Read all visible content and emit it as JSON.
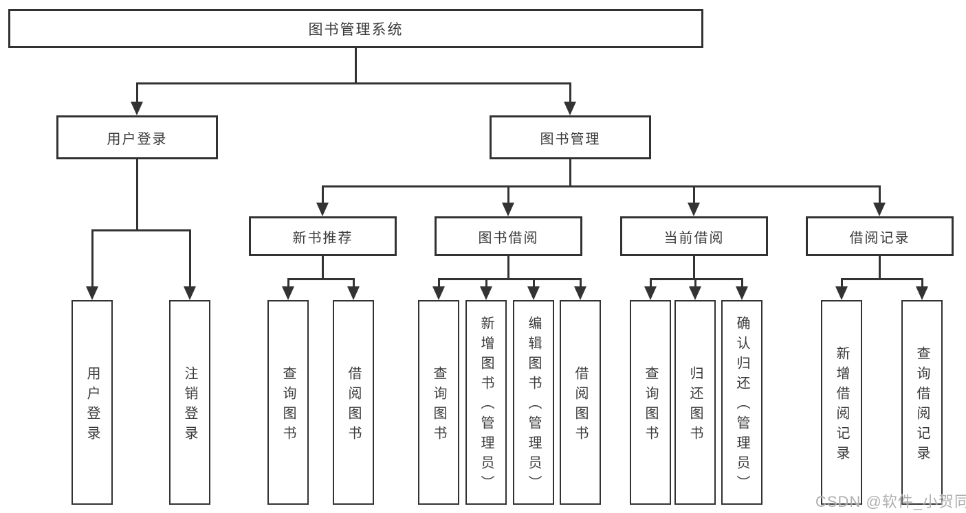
{
  "tree": {
    "label": "图书管理系统",
    "children": [
      {
        "label": "用户登录",
        "children": [
          {
            "label": "用户登录"
          },
          {
            "label": "注销登录"
          }
        ]
      },
      {
        "label": "图书管理",
        "children": [
          {
            "label": "新书推荐",
            "children": [
              {
                "label": "查询图书"
              },
              {
                "label": "借阅图书"
              }
            ]
          },
          {
            "label": "图书借阅",
            "children": [
              {
                "label": "查询图书"
              },
              {
                "label": "新增图书（管理员）"
              },
              {
                "label": "编辑图书（管理员）"
              },
              {
                "label": "借阅图书"
              }
            ]
          },
          {
            "label": "当前借阅",
            "children": [
              {
                "label": "查询图书"
              },
              {
                "label": "归还图书"
              },
              {
                "label": "确认归还（管理员）"
              }
            ]
          },
          {
            "label": "借阅记录",
            "children": [
              {
                "label": "新增借阅记录"
              },
              {
                "label": "查询借阅记录"
              }
            ]
          }
        ]
      }
    ]
  },
  "watermark": {
    "text": "CSDN @软件_小贺同学"
  },
  "colors": {
    "line": "#333333",
    "box_border": "#323232",
    "text": "#3a3a3a",
    "watermark": "#a8a8a8",
    "background": "#ffffff"
  }
}
